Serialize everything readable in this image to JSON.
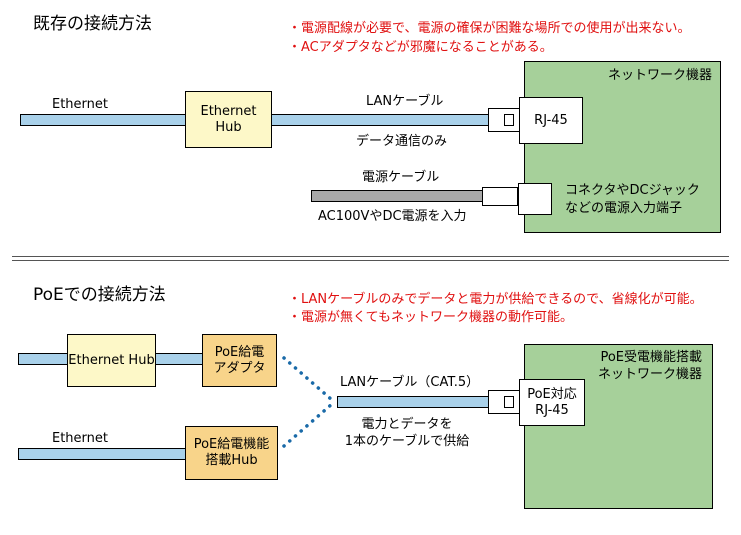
{
  "top": {
    "title": "既存の接続方法",
    "notes": [
      "・電源配線が必要で、電源の確保が困難な場所での使用が出来ない。",
      "・ACアダプタなどが邪魔になることがある。"
    ],
    "ethernet_label": "Ethernet",
    "hub_label": "Ethernet Hub",
    "lan_cable_label": "LANケーブル",
    "data_only_label": "データ通信のみ",
    "power_cable_label": "電源ケーブル",
    "power_input_label": "AC100VやDC電源を入力",
    "device_label": "ネットワーク機器",
    "rj45_label": "RJ-45",
    "power_terminal_label_1": "コネクタやDCジャック",
    "power_terminal_label_2": "などの電源入力端子"
  },
  "bottom": {
    "title": "PoEでの接続方法",
    "notes": [
      "・LANケーブルのみでデータと電力が供給できるので、省線化が可能。",
      "・電源が無くてもネットワーク機器の動作可能。"
    ],
    "hub_label": "Ethernet Hub",
    "poe_adapter_label_1": "PoE給電",
    "poe_adapter_label_2": "アダプタ",
    "ethernet_label": "Ethernet",
    "poe_hub_label_1": "PoE給電機能",
    "poe_hub_label_2": "搭載Hub",
    "lan_cable_label": "LANケーブル（CAT.5）",
    "supply_label_1": "電力とデータを",
    "supply_label_2": "1本のケーブルで供給",
    "device_label_1": "PoE受電機能搭載",
    "device_label_2": "ネットワーク機器",
    "port_label_1": "PoE対応",
    "port_label_2": "RJ-45"
  },
  "colors": {
    "note_red": "#e01010",
    "cable_blue": "#a9d1ea",
    "cable_gray": "#a8a8a8",
    "hub_yellow": "#fdf8c8",
    "poe_orange": "#f8d48a",
    "device_green": "#a6d09a",
    "dots_blue": "#1a6aa8"
  }
}
